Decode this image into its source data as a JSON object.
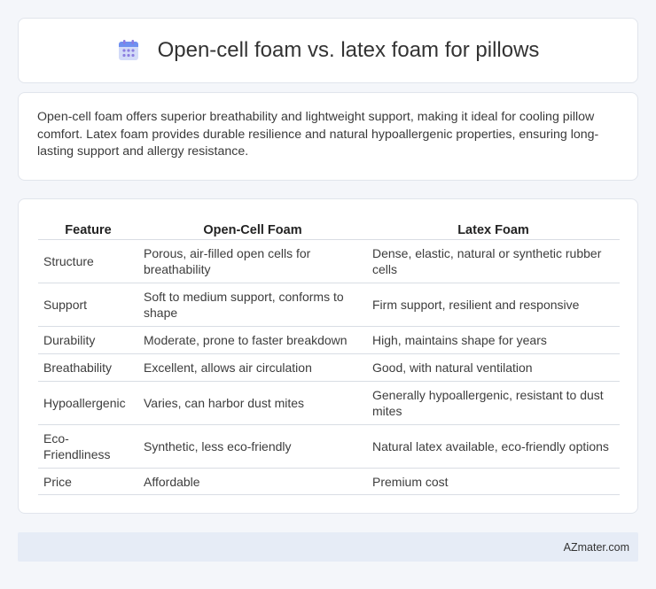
{
  "header": {
    "title": "Open-cell foam vs. latex foam for pillows",
    "icon": "calendar-icon",
    "icon_colors": {
      "top": "#6c8cf0",
      "body": "#c9d4f8",
      "dots": "#7a6fd8"
    }
  },
  "summary": {
    "text": "Open-cell foam offers superior breathability and lightweight support, making it ideal for cooling pillow comfort. Latex foam provides durable resilience and natural hypoallergenic properties, ensuring long-lasting support and allergy resistance."
  },
  "table": {
    "headers": [
      "Feature",
      "Open-Cell Foam",
      "Latex Foam"
    ],
    "rows": [
      [
        "Structure",
        "Porous, air-filled open cells for breathability",
        "Dense, elastic, natural or synthetic rubber cells"
      ],
      [
        "Support",
        "Soft to medium support, conforms to shape",
        "Firm support, resilient and responsive"
      ],
      [
        "Durability",
        "Moderate, prone to faster breakdown",
        "High, maintains shape for years"
      ],
      [
        "Breathability",
        "Excellent, allows air circulation",
        "Good, with natural ventilation"
      ],
      [
        "Hypoallergenic",
        "Varies, can harbor dust mites",
        "Generally hypoallergenic, resistant to dust mites"
      ],
      [
        "Eco-Friendliness",
        "Synthetic, less eco-friendly",
        "Natural latex available, eco-friendly options"
      ],
      [
        "Price",
        "Affordable",
        "Premium cost"
      ]
    ]
  },
  "footer": {
    "text": "AZmater.com"
  }
}
